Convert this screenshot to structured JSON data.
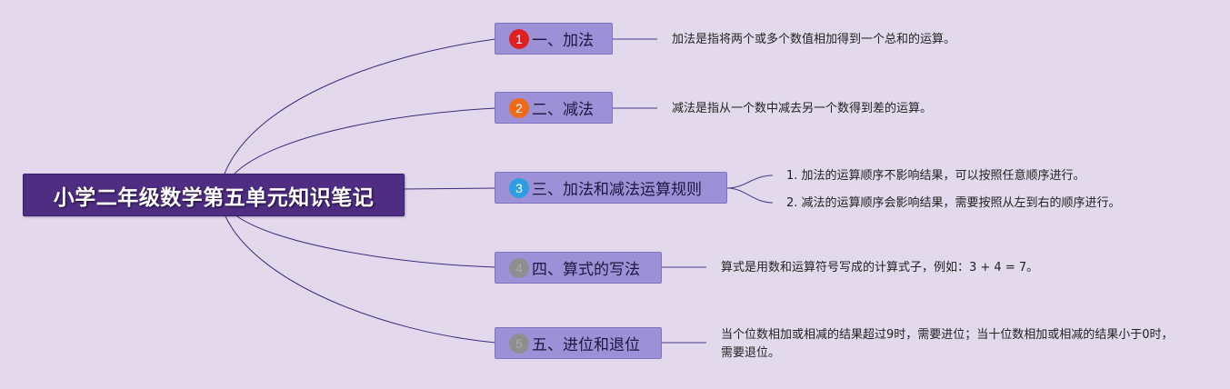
{
  "root": {
    "title": "小学二年级数学第五单元知识笔记"
  },
  "topics": [
    {
      "number": "1",
      "label": "一、加法",
      "badge_color": "#e02020",
      "details": [
        "加法是指将两个或多个数值相加得到一个总和的运算。"
      ]
    },
    {
      "number": "2",
      "label": "二、减法",
      "badge_color": "#ee6a1a",
      "details": [
        "减法是指从一个数中减去另一个数得到差的运算。"
      ]
    },
    {
      "number": "3",
      "label": "三、加法和减法运算规则",
      "badge_color": "#2e9de2",
      "details": [
        "1. 加法的运算顺序不影响结果，可以按照任意顺序进行。",
        "2. 减法的运算顺序会影响结果，需要按照从左到右的顺序进行。"
      ]
    },
    {
      "number": "4",
      "label": "四、算式的写法",
      "badge_color": "#8e8e8e",
      "details": [
        "算式是用数和运算符号写成的计算式子，例如：3 + 4 = 7。"
      ]
    },
    {
      "number": "5",
      "label": "五、进位和退位",
      "badge_color": "#8e8e8e",
      "details": [
        "当个位数相加或相减的结果超过9时，需要进位；当十位数相加或相减的结果小于0时，需要退位。"
      ]
    }
  ],
  "colors": {
    "background": "#e3d9ec",
    "root_fill": "#4f2d82",
    "topic_fill": "#9c91d6",
    "connector": "#3c2a7a",
    "detail_line": "#4a3c8a"
  }
}
